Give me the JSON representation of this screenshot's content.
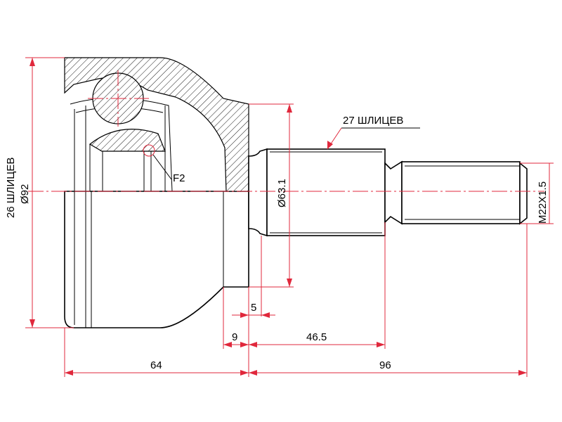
{
  "labels": {
    "left_splines": "26 ШЛИЦЕВ",
    "outer_diameter": "Ø92",
    "right_splines": "27 ШЛИЦЕВ",
    "neck_diameter": "Ø63.1",
    "thread": "M22X1.5",
    "detail_f2": "F2"
  },
  "dimensions": {
    "body_length": "64",
    "shaft_length": "96",
    "spline_length": "46.5",
    "gap_9": "9",
    "gap_5": "5"
  },
  "colors": {
    "dimension_lines": "#e0283c",
    "outline": "#000000"
  }
}
